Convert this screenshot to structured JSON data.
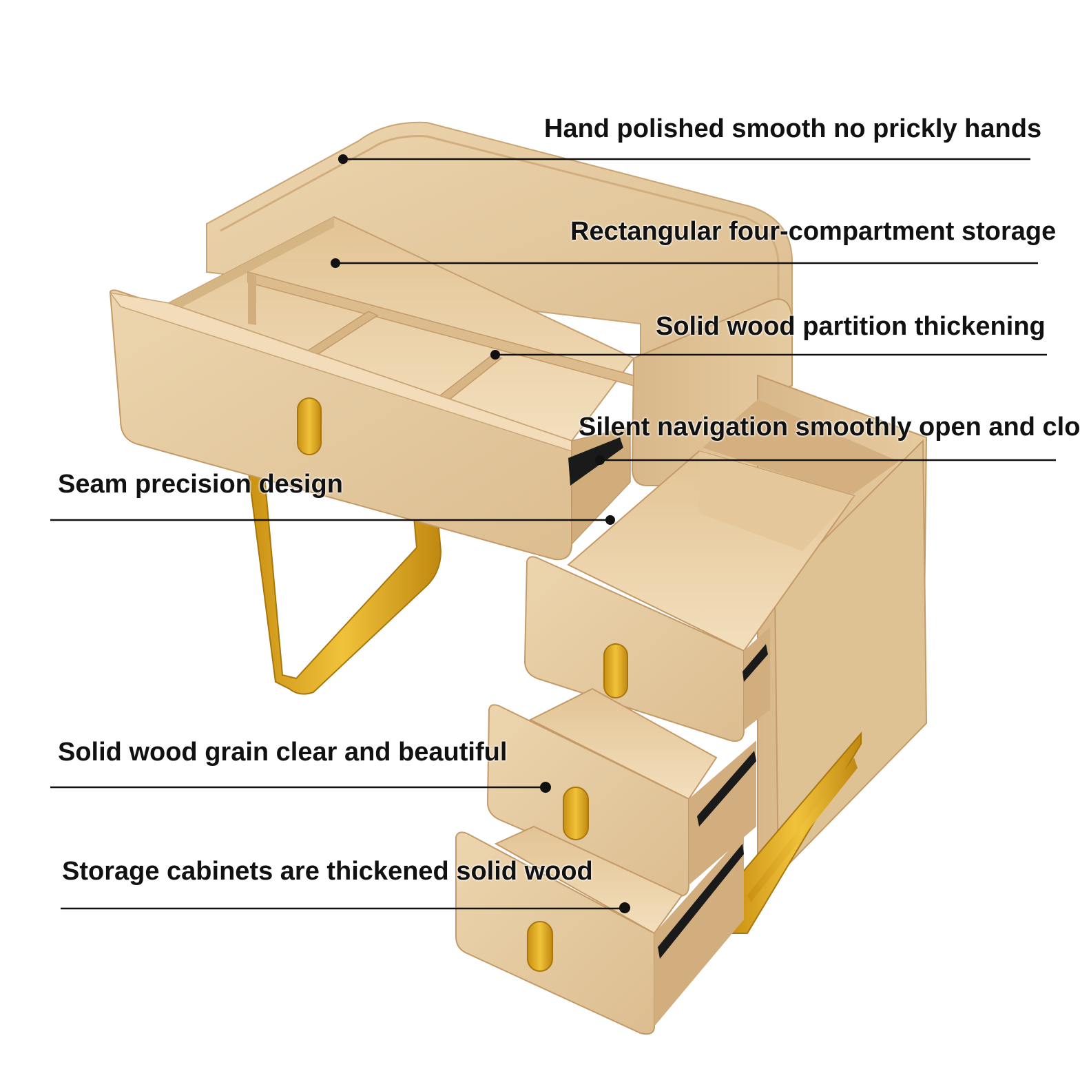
{
  "image": {
    "subject": "desk-with-drawers",
    "colors": {
      "background": "#ffffff",
      "wood_light": "#e8cfa8",
      "wood_mid": "#d9b98a",
      "wood_dark": "#c49a68",
      "wood_inner": "#f0d9b5",
      "gold": "#d4a020",
      "rail": "#1a1a1a",
      "leader_line": "#111111"
    }
  },
  "callouts": [
    {
      "id": "hand-polished",
      "text": "Hand polished smooth no prickly hands"
    },
    {
      "id": "four-compartment",
      "text": "Rectangular four-compartment storage"
    },
    {
      "id": "partition",
      "text": "Solid wood partition thickening"
    },
    {
      "id": "silent-slide",
      "text": "Silent navigation smoothly open and close"
    },
    {
      "id": "seam-precision",
      "text": "Seam precision design"
    },
    {
      "id": "wood-grain",
      "text": "Solid wood grain clear and beautiful"
    },
    {
      "id": "thickened-cabinet",
      "text": "Storage cabinets are thickened solid wood"
    }
  ]
}
